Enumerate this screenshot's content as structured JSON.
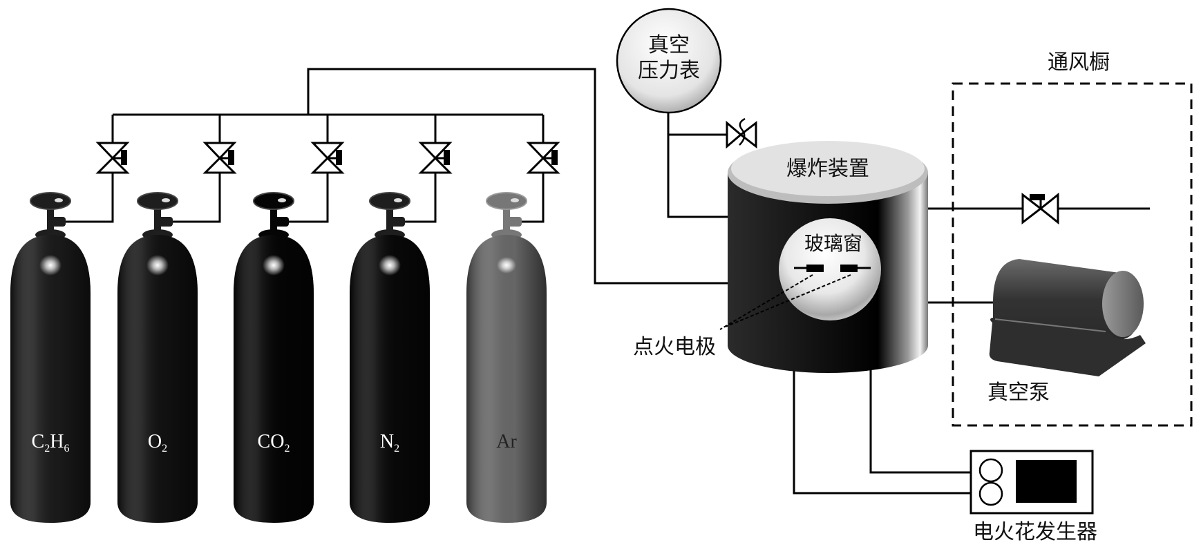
{
  "title": "Gas explosion experimental setup schematic",
  "cylinders": [
    {
      "id": "c2h6",
      "formula": "C",
      "sub1": "2",
      "mid": "H",
      "sub2": "6",
      "body_color": "#1a1a1a",
      "label_color": "#ffffff"
    },
    {
      "id": "o2",
      "formula": "O",
      "sub1": "2",
      "mid": "",
      "sub2": "",
      "body_color": "#111111",
      "label_color": "#ffffff"
    },
    {
      "id": "co2",
      "formula": "CO",
      "sub1": "2",
      "mid": "",
      "sub2": "",
      "body_color": "#050505",
      "label_color": "#ffffff"
    },
    {
      "id": "n2",
      "formula": "N",
      "sub1": "2",
      "mid": "",
      "sub2": "",
      "body_color": "#080808",
      "label_color": "#ffffff"
    },
    {
      "id": "ar",
      "formula": "Ar",
      "sub1": "",
      "mid": "",
      "sub2": "",
      "body_color": "#666666",
      "label_color": "#222222"
    }
  ],
  "labels": {
    "gauge_line1": "真空",
    "gauge_line2": "压力表",
    "vessel": "爆炸装置",
    "window": "玻璃窗",
    "electrode": "点火电极",
    "fume_hood": "通风橱",
    "pump": "真空泵",
    "spark_generator": "电火花发生器"
  },
  "colors": {
    "line": "#000000",
    "vessel_body": "#111111",
    "vessel_top": "#e2e2e2",
    "pump": "#3a3a3a",
    "gauge_face": "#eeeeee"
  }
}
